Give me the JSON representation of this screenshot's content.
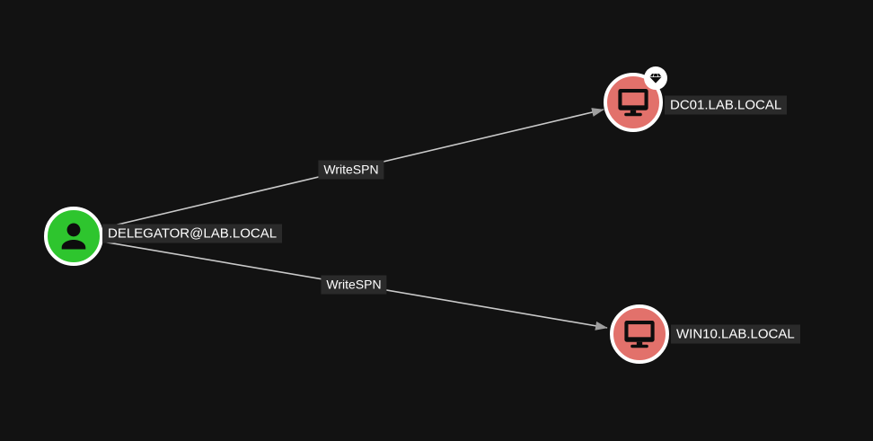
{
  "graph": {
    "nodes": [
      {
        "id": "delegator",
        "label": "DELEGATOR@LAB.LOCAL",
        "type": "user",
        "icon": "user-icon",
        "high_value": false
      },
      {
        "id": "dc01",
        "label": "DC01.LAB.LOCAL",
        "type": "computer",
        "icon": "computer-icon",
        "high_value": true
      },
      {
        "id": "win10",
        "label": "WIN10.LAB.LOCAL",
        "type": "computer",
        "icon": "computer-icon",
        "high_value": false
      }
    ],
    "edges": [
      {
        "source": "delegator",
        "target": "dc01",
        "label": "WriteSPN"
      },
      {
        "source": "delegator",
        "target": "win10",
        "label": "WriteSPN"
      }
    ]
  },
  "colors": {
    "background": "#121212",
    "user_node": "#2EC52E",
    "computer_node": "#E2716B",
    "node_ring": "#FFFFFF",
    "edge": "#C9C9C9",
    "arrow": "#9E9E9E",
    "icon": "#0D0D0D",
    "label_text": "#FFFFFF",
    "label_background": "#2A2A2A"
  }
}
